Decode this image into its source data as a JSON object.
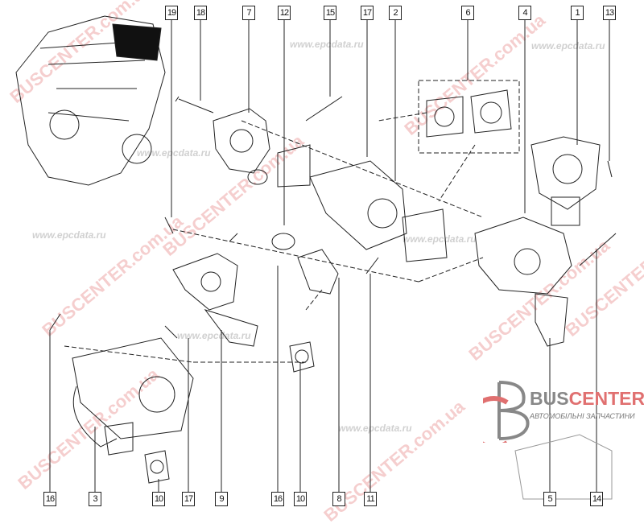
{
  "top_callouts": [
    "19",
    "18",
    "7",
    "12",
    "15",
    "17",
    "2",
    "6",
    "4",
    "1",
    "13"
  ],
  "bottom_callouts": [
    "16",
    "3",
    "10",
    "17",
    "9",
    "16",
    "10",
    "8",
    "11",
    "5",
    "14"
  ],
  "watermarks": {
    "site_a": "BUSCENTER.com.ua",
    "site_b": "www.epcdata.ru"
  },
  "logo": {
    "brand_part1": "BUS",
    "brand_part2": "CENTER",
    "tagline": "АВТОМОБІЛЬНІ ЗАПЧАСТИНИ"
  },
  "colors": {
    "line": "#222222",
    "watermark": "#e07070"
  }
}
